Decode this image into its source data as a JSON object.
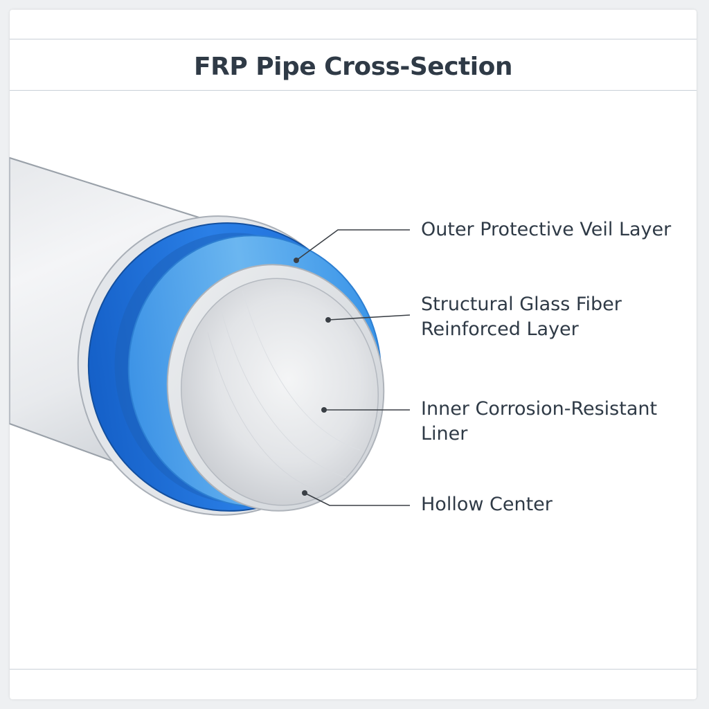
{
  "title": "FRP Pipe Cross-Section",
  "labels": {
    "outer_veil": "Outer Protective Veil Layer",
    "structural_line1": "Structural Glass Fiber",
    "structural_line2": "Reinforced Layer",
    "liner_line1": "Inner Corrosion-Resistant",
    "liner_line2": "Liner",
    "hollow": "Hollow Center"
  },
  "colors": {
    "title_text": "#2f3a46",
    "label_text": "#2f3a46",
    "outer_pipe": "#eef0f2",
    "dark_blue_band": "#1f74e0",
    "light_blue_band": "#4ea3ea",
    "inner_liner": "#e9ebee",
    "leader_line": "#3a3f45"
  }
}
